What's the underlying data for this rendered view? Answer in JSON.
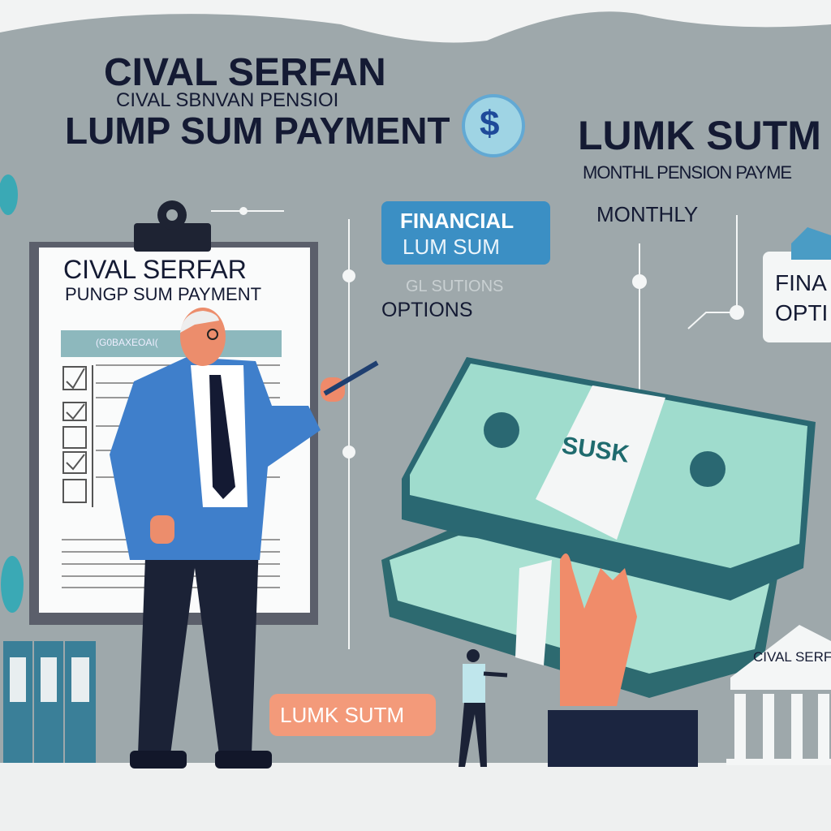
{
  "headline": {
    "title": "CIVAL SERFAN",
    "subtitle": "CIVAL SBNVAN PENSIOI",
    "main": "LUMP SUM PAYMENT",
    "dollar_symbol": "$"
  },
  "right_header": {
    "title": "LUMK SUTM",
    "subtitle": "MONTHL PENSION PAYME",
    "monthly": "MONTHLY"
  },
  "center_badge": {
    "line1": "FINANCIAL",
    "line2": "LUM SUM",
    "faint": "GL SUTIONS",
    "options": "OPTIONS"
  },
  "right_card": {
    "line1": "FINA",
    "line2": "OPTI"
  },
  "clipboard": {
    "title": "CIVAL SERFAR",
    "subtitle": "PUNGP SUM PAYMENT",
    "table_header": "(G0BAXEOAI(",
    "checkboxes": [
      true,
      true,
      false,
      true,
      false
    ]
  },
  "money_band": "SUSK",
  "orange_label": "LUMK SUTM",
  "building_label": "CIVAL SERF",
  "colors": {
    "background": "#9ba6a8",
    "navy_text": "#141a33",
    "badge_blue": "#3b8fc4",
    "money_teal": "#4fb8a6",
    "jacket_blue": "#3f7fcb",
    "orange_label": "#f39a7a"
  }
}
